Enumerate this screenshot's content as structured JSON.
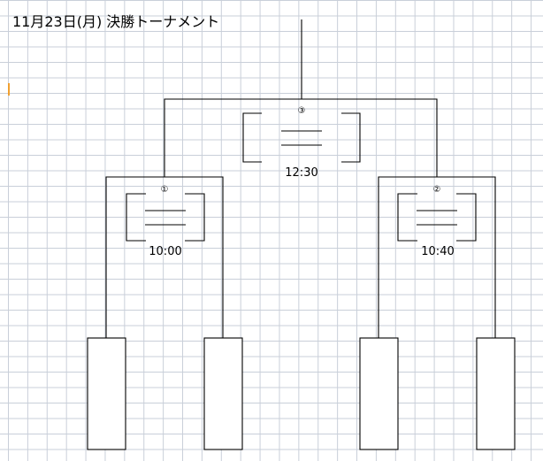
{
  "document": {
    "title": "11月23日(月) 決勝トーナメント"
  },
  "matches": {
    "final": {
      "number": "③",
      "time": "12:30"
    },
    "semi_left": {
      "number": "①",
      "time": "10:00"
    },
    "semi_right": {
      "number": "②",
      "time": "10:40"
    }
  },
  "team_slots": [
    "",
    "",
    "",
    ""
  ]
}
